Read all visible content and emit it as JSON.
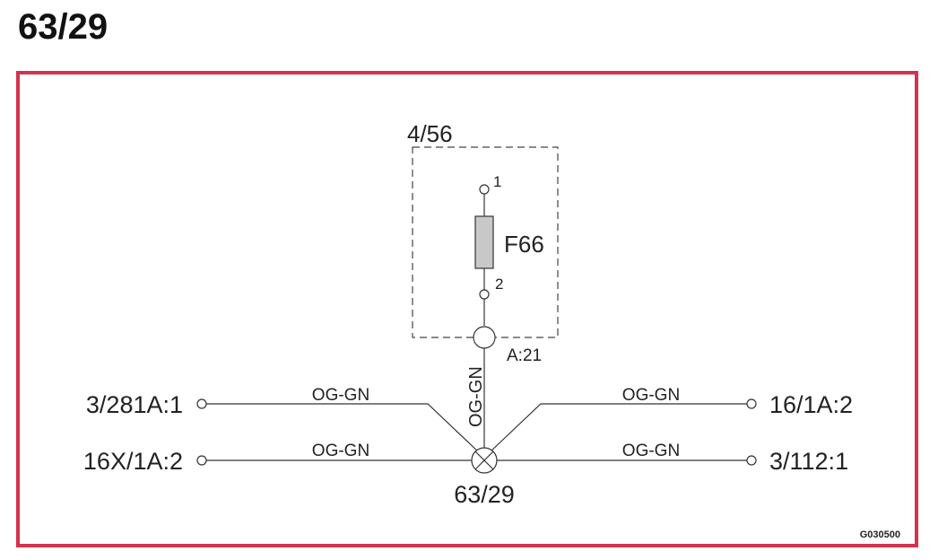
{
  "title": "63/29",
  "frame_color": "#d2334f",
  "component_fill": "#c8c8c8",
  "module": {
    "id": "4/56"
  },
  "fuse": {
    "label": "F66",
    "pin_top": "1",
    "pin_bottom": "2"
  },
  "connector": {
    "label": "A:21"
  },
  "vertical_wire": {
    "color_code": "OG-GN"
  },
  "splice": {
    "label": "63/29",
    "icon": "splice-circle-x-icon"
  },
  "left_terminals": [
    {
      "label": "3/281A:1",
      "wire": "OG-GN"
    },
    {
      "label": "16X/1A:2",
      "wire": "OG-GN"
    }
  ],
  "right_terminals": [
    {
      "label": "16/1A:2",
      "wire": "OG-GN"
    },
    {
      "label": "3/112:1",
      "wire": "OG-GN"
    }
  ],
  "figure_code": "G030500"
}
